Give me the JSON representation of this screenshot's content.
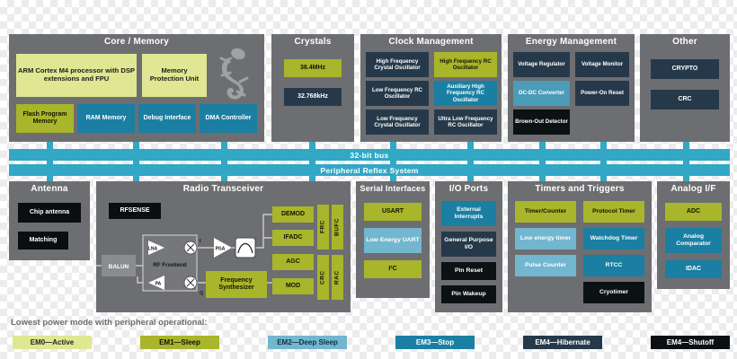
{
  "blocks": {
    "core": {
      "title": "Core / Memory",
      "arm": "ARM Cortex M4 processor with DSP extensions and FPU",
      "mpu": "Memory Protection Unit",
      "flash": "Flash Program Memory",
      "ram": "RAM Memory",
      "debug": "Debug Interface",
      "dma": "DMA Controller"
    },
    "crystals": {
      "title": "Crystals",
      "hf": "38.4MHz",
      "lf": "32.768kHz"
    },
    "clock": {
      "title": "Clock Management",
      "hfxo": "High Frequency Crystal Oscillator",
      "hfrco": "High Frequency RC Oscillator",
      "lfrco": "Low Frequency RC Oscillator",
      "auxhfrco": "Auxiliary High Frequency RC Oscillator",
      "lfxo": "Low Frequency Crystal Oscillator",
      "ulfrco": "Ultra Low Frequency RC Oscillator"
    },
    "energy": {
      "title": "Energy Management",
      "vreg": "Voltage Regulator",
      "vmon": "Voltage Monitor",
      "dcdc": "DC-DC Converter",
      "por": "Power-On Reset",
      "bod": "Brown-Out Detector"
    },
    "other": {
      "title": "Other",
      "crypto": "CRYPTO",
      "crc": "CRC"
    },
    "antenna": {
      "title": "Antenna",
      "chip": "Chip antenna",
      "matching": "Matching"
    },
    "radio": {
      "title": "Radio Transceiver",
      "rfsense": "RFSENSE",
      "balun": "BALUN",
      "rf_frontend": "RF Frontend",
      "lna": "LNA",
      "pa": "PA",
      "pga": "PGA",
      "i_label": "I",
      "q_label": "Q",
      "freq_synth": "Frequency Synthesizer",
      "demod": "DEMOD",
      "ifadc": "IFADC",
      "agc": "AGC",
      "mod": "MOD",
      "frc": "FRC",
      "bufc": "BUFC",
      "crc": "CRC",
      "rac": "RAC"
    },
    "serial": {
      "title": "Serial Interfaces",
      "usart": "USART",
      "leuart": "Low Energy UART",
      "i2c": "I²C"
    },
    "io": {
      "title": "I/O Ports",
      "extint": "External Interrupts",
      "gpio": "General Purpose I/O",
      "pinreset": "Pin Reset",
      "pinwake": "Pin Wakeup"
    },
    "timers": {
      "title": "Timers and Triggers",
      "timer": "Timer/Counter",
      "prot": "Protocol Timer",
      "letimer": "Low energy timer",
      "wdog": "Watchdog Timer",
      "pcnt": "Pulse Counter",
      "rtcc": "RTCC",
      "cryo": "Cryotimer"
    },
    "analog": {
      "title": "Analog I/F",
      "adc": "ADC",
      "acmp": "Analog Comparator",
      "idac": "IDAC"
    }
  },
  "buses": {
    "bus32": "32-bit bus",
    "prs": "Peripheral Reflex System"
  },
  "legend": {
    "caption": "Lowest power mode with peripheral operational:",
    "items": [
      {
        "label": "EM0—Active",
        "color": "#dfe792"
      },
      {
        "label": "EM1—Sleep",
        "color": "#a9b52a"
      },
      {
        "label": "EM2—Deep Sleep",
        "color": "#72b6d0"
      },
      {
        "label": "EM3—Stop",
        "color": "#1a7fa2"
      },
      {
        "label": "EM4—Hibernate",
        "color": "#26394a"
      },
      {
        "label": "EM4—Shutoff",
        "color": "#0c1013"
      }
    ]
  },
  "colors": {
    "block_gray": "#6d6e71",
    "bus_teal": "#32a7c6",
    "em0": "#dfe792",
    "em1": "#a9b52a",
    "em2": "#72b6d0",
    "em3": "#1a7fa2",
    "em4_hibernate": "#26394a",
    "em4_shutoff": "#0c1013"
  }
}
